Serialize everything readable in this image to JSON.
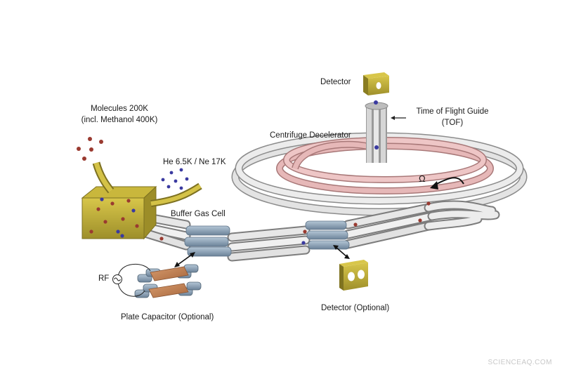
{
  "labels": {
    "molecules_line1": "Molecules  200K",
    "molecules_line2": "(incl. Methanol  400K)",
    "he_ne": "He 6.5K / Ne 17K",
    "buffer_gas_cell": "Buffer Gas Cell",
    "detector_top": "Detector",
    "tof_line1": "Time of Flight Guide",
    "tof_line2": "(TOF)",
    "centrifuge": "Centrifuge Decelerator",
    "omega": "Ω",
    "rf": "RF",
    "plate_capacitor": "Plate Capacitor (Optional)",
    "detector_optional": "Detector (Optional)"
  },
  "watermark": "SCIENCEAQ.COM",
  "colors": {
    "tube_gray": "#d9d9d9",
    "tube_pink": "#e3b3b3",
    "cell_olive": "#c2b13a",
    "electrode_blue": "#8aa1b5",
    "plate_copper": "#c4875c",
    "molecule_red": "#9a3a30",
    "molecule_blue": "#3a3aa0"
  }
}
